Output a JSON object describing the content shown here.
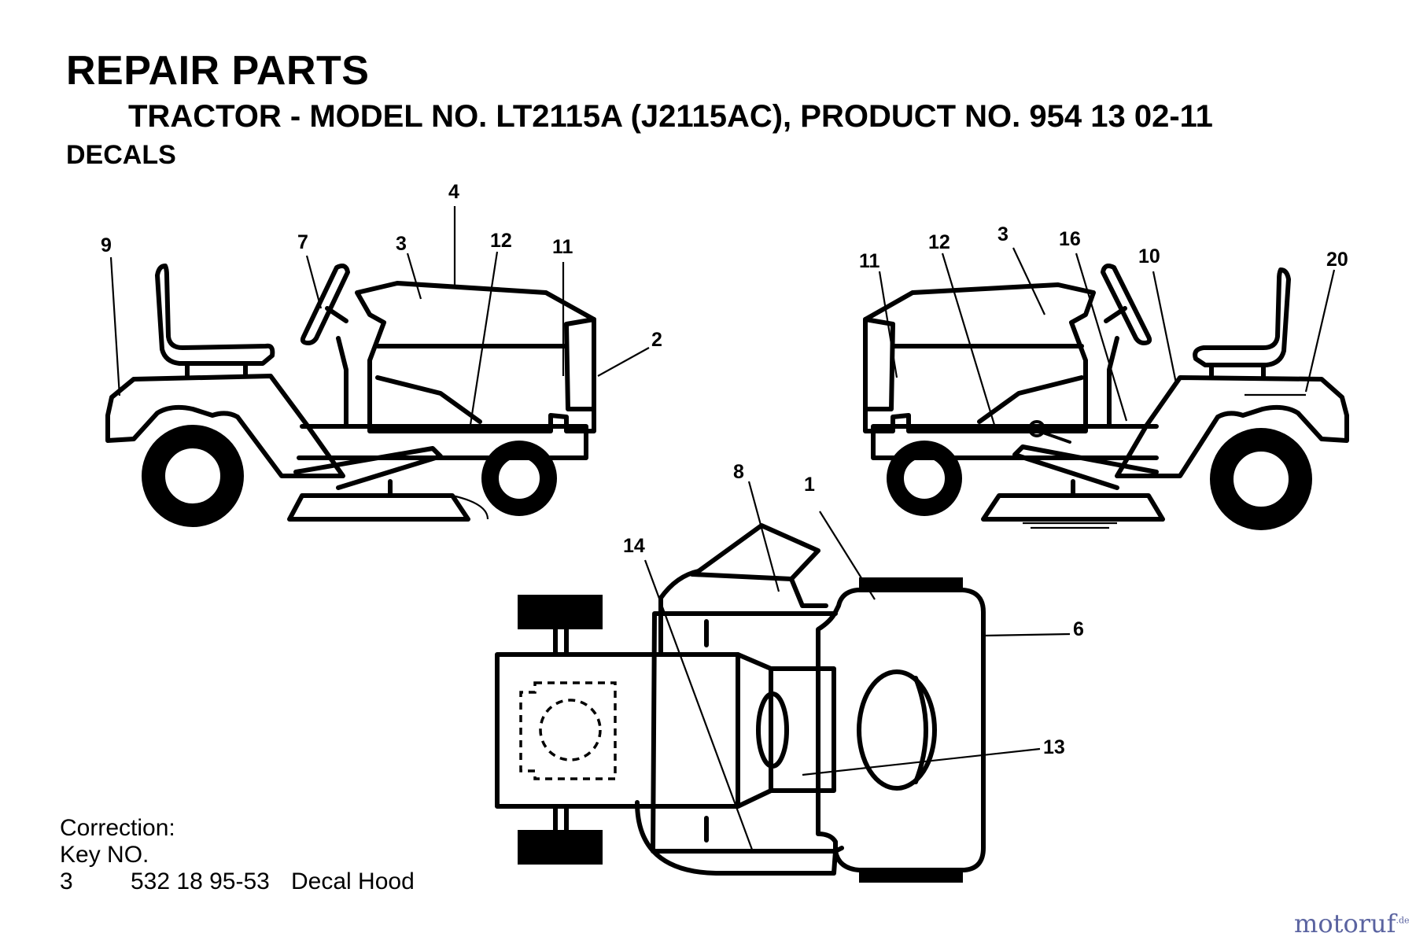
{
  "header": {
    "title": "REPAIR PARTS",
    "subtitle": "TRACTOR - MODEL NO. LT2115A (J2115AC), PRODUCT NO. 954 13 02-11",
    "section": "DECALS"
  },
  "callouts": {
    "left_view": [
      "9",
      "7",
      "3",
      "4",
      "12",
      "11",
      "2"
    ],
    "right_view": [
      "11",
      "12",
      "3",
      "16",
      "10",
      "20"
    ],
    "top_view": [
      "8",
      "1",
      "14",
      "6",
      "13"
    ]
  },
  "correction": {
    "label": "Correction:",
    "key_label": "Key NO.",
    "row": {
      "key": "3",
      "part_no": "532 18 95-53",
      "description": "Decal Hood"
    }
  },
  "watermark": {
    "text_a": "motoruf",
    "text_b": ".de"
  },
  "colors": {
    "ink": "#000000",
    "paper": "#ffffff",
    "watermark_blue": "#5a63a0",
    "watermark_green": "#7aa84a"
  }
}
